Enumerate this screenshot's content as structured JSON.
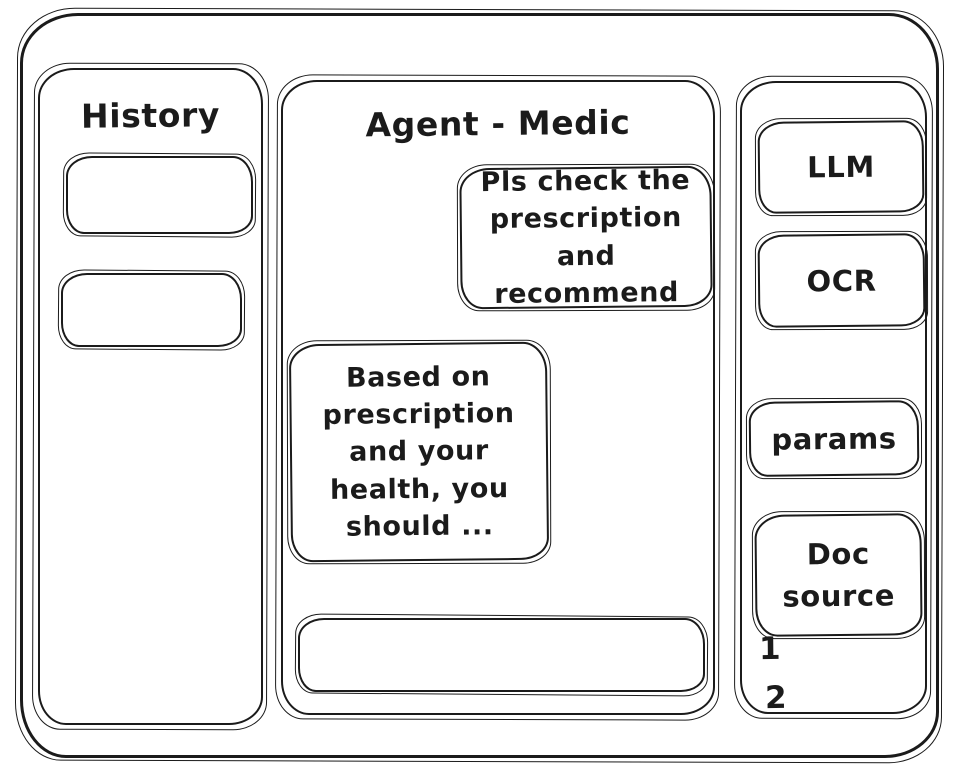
{
  "colors": {
    "stroke": "#1b1b1b",
    "background": "#ffffff"
  },
  "left_panel": {
    "title": "History",
    "items": [
      {
        "label": ""
      },
      {
        "label": ""
      }
    ]
  },
  "chat_panel": {
    "title": "Agent - Medic",
    "messages": [
      {
        "role": "user",
        "align": "right",
        "text": "Pls check the\nprescription\nand recommend"
      },
      {
        "role": "assistant",
        "align": "left",
        "text": "Based on\nprescription\nand your\nhealth, you\nshould ..."
      }
    ],
    "input": {
      "value": "",
      "placeholder": ""
    }
  },
  "right_panel": {
    "tools": [
      {
        "id": "llm",
        "label": "LLM"
      },
      {
        "id": "ocr",
        "label": "OCR"
      },
      {
        "id": "params",
        "label": "params"
      },
      {
        "id": "doc-source",
        "label": "Doc\nsource"
      }
    ],
    "doc_source_items": [
      {
        "label": "1"
      },
      {
        "label": "2"
      }
    ]
  }
}
